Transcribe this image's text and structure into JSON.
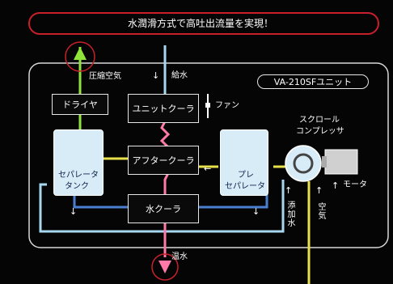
{
  "banner": {
    "text": "水潤滑方式で高吐出流量を実現！"
  },
  "unit_label": "VA-210SFユニット",
  "components": {
    "dryer": "ドライヤ",
    "unit_cooler": "ユニットクーラ",
    "after_cooler": "アフタークーラ",
    "water_cooler": "水クーラ",
    "separator_tank": [
      "セパレータ",
      "タンク"
    ],
    "pre_separator": [
      "プレ",
      "セパレータ"
    ],
    "scroll_compressor": [
      "スクロール",
      "コンプレッサ"
    ],
    "motor": "モータ",
    "fan": "ファン"
  },
  "labels": {
    "compressed_air": "圧縮空気",
    "water_supply": "給水",
    "hot_water": "温水",
    "added_water": "添加水",
    "air": "空気"
  },
  "arrows": {
    "down": "↓",
    "up": "↑",
    "left": "←"
  },
  "colors": {
    "background": "#050505",
    "banner_border": "#c8202a",
    "air_line": "#e8e04a",
    "water_line": "#a8d8f0",
    "cooling_line": "#4a7fd0",
    "hot_water_line": "#ff7aa8",
    "compressed_air_arrow": "#8fe33a",
    "separator_fill": "#d8ecf8"
  }
}
